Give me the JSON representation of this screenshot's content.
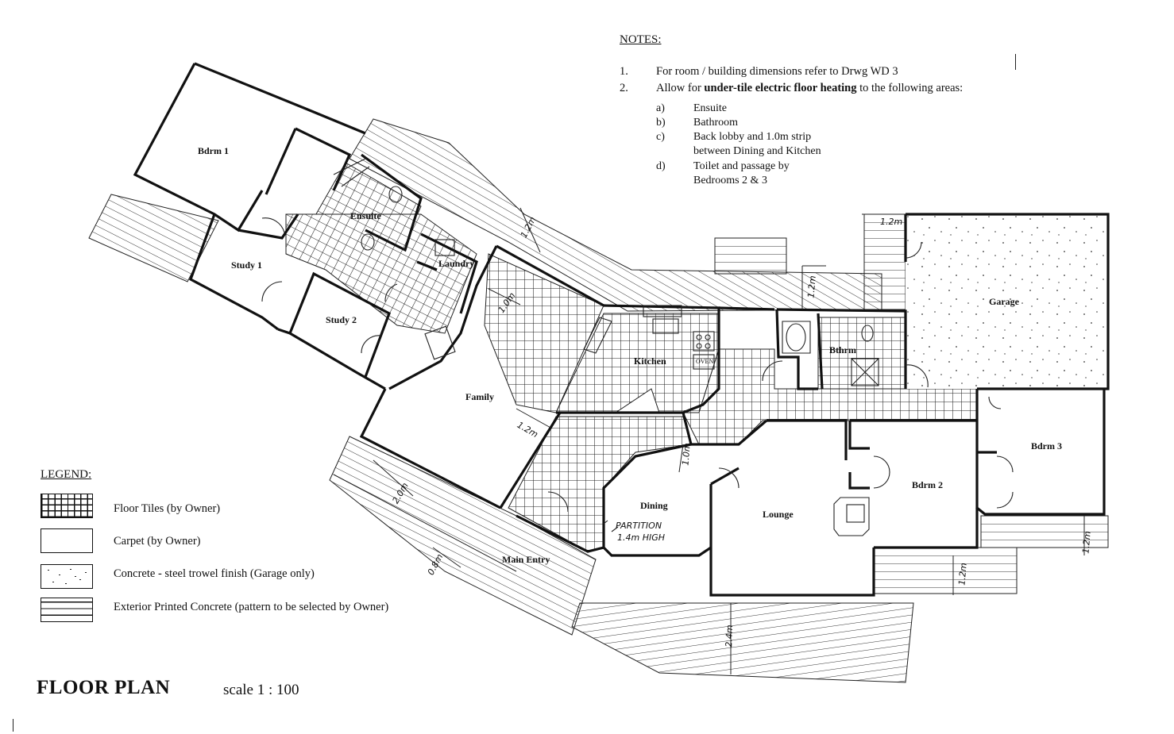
{
  "notes": {
    "title": "NOTES:",
    "items": [
      {
        "num": "1.",
        "text": "For room / building dimensions refer to Drwg WD 3"
      },
      {
        "num": "2.",
        "pre": "Allow for ",
        "bold": "under-tile electric floor heating",
        "post": " to the following areas:"
      }
    ],
    "sub_items": [
      {
        "letter": "a)",
        "line1": "Ensuite",
        "line2": ""
      },
      {
        "letter": "b)",
        "line1": "Bathroom",
        "line2": ""
      },
      {
        "letter": "c)",
        "line1": "Back lobby and 1.0m strip",
        "line2": "between Dining and Kitchen"
      },
      {
        "letter": "d)",
        "line1": "Toilet and passage by",
        "line2": "Bedrooms 2 & 3"
      }
    ]
  },
  "legend": {
    "title": "LEGEND:",
    "items": [
      {
        "key": "floor-tiles",
        "label": "Floor Tiles (by Owner)"
      },
      {
        "key": "carpet",
        "label": "Carpet (by Owner)"
      },
      {
        "key": "concrete",
        "label": "Concrete - steel trowel finish (Garage only)"
      },
      {
        "key": "exterior-concrete",
        "label": "Exterior Printed Concrete (pattern to be selected by Owner)"
      }
    ]
  },
  "rooms": {
    "bdrm1": "Bdrm 1",
    "ensuite": "Ensuite",
    "study1": "Study 1",
    "study2": "Study 2",
    "laundry": "Laundry",
    "family": "Family",
    "kitchen": "Kitchen",
    "oven": "OVEN",
    "bthrm": "Bthrm",
    "garage": "Garage",
    "bdrm3": "Bdrm 3",
    "bdrm2": "Bdrm 2",
    "lounge": "Lounge",
    "dining": "Dining",
    "main_entry": "Main Entry"
  },
  "annotations": {
    "partition_line1": "PARTITION",
    "partition_line2": "1.4m HIGH",
    "dim_1_2m": "1.2m",
    "dim_1_0m": "1.0m",
    "dim_2_0m": "2.0m",
    "dim_0_8m": "0.8m",
    "dim_2_4m": "2.4m"
  },
  "title": {
    "main": "FLOOR PLAN",
    "scale": "scale 1 : 100"
  },
  "colors": {
    "ink": "#111111",
    "paper": "#ffffff"
  }
}
